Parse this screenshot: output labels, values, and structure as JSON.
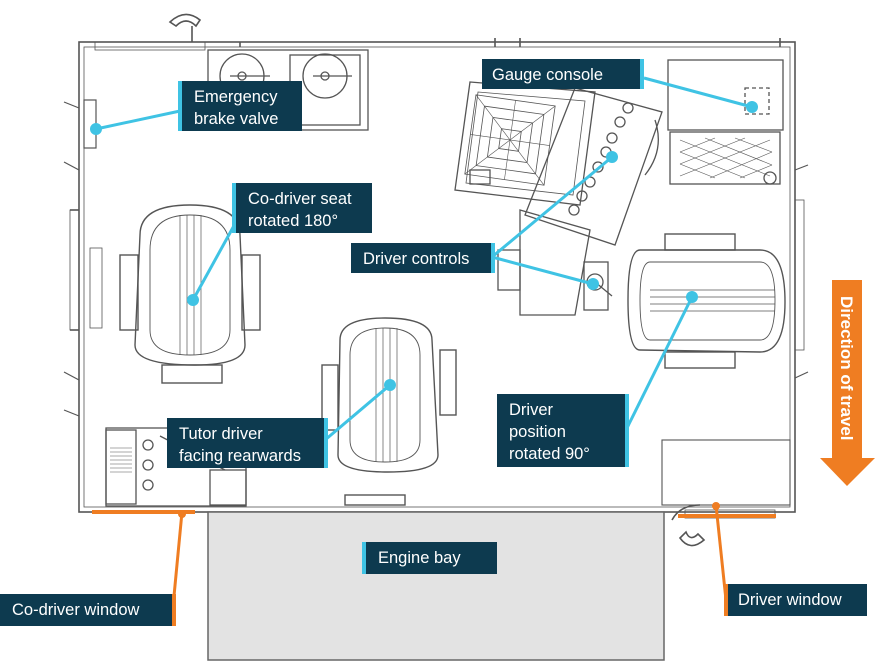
{
  "labels": {
    "gauge_console": "Gauge console",
    "emergency_brake_valve": [
      "Emergency",
      "brake valve"
    ],
    "co_driver_seat": [
      "Co-driver seat",
      "rotated 180°"
    ],
    "driver_controls": "Driver controls",
    "tutor_driver": [
      "Tutor driver",
      "facing rearwards"
    ],
    "driver_position": [
      "Driver",
      "position",
      "rotated 90°"
    ],
    "engine_bay": "Engine bay",
    "co_driver_window": "Co-driver window",
    "driver_window": "Driver window",
    "direction_of_travel": "Direction of travel"
  },
  "colors": {
    "callout_bg": "#0d3a4f",
    "callout_text": "#ffffff",
    "leader_cyan": "#3fc3e4",
    "window_orange": "#ef7d22",
    "engine_bay_fill": "#e3e3e3",
    "line_art": "#555555"
  }
}
